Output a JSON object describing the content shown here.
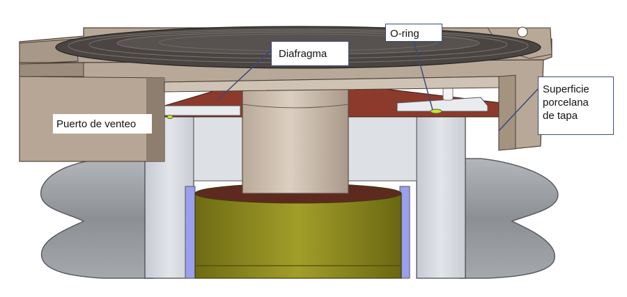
{
  "labels": {
    "diafragma": "Diafragma",
    "oring": "O-ring",
    "superficie": "Superficie\nporcelana\nde tapa",
    "puerto": "Puerto de venteo"
  },
  "colors": {
    "housing": "#b8a898",
    "housing_dark": "#8e7e6f",
    "diaphragm": "#4a4542",
    "seal_red": "#8c3a2c",
    "porcelain": "#d4d8de",
    "rubber": "#9a9da2",
    "post": "#cfc0b2",
    "core": "#8d8a1e",
    "blue": "#9aa0ee",
    "callout_line": "#3b4a78",
    "oring": "#c8e040"
  }
}
